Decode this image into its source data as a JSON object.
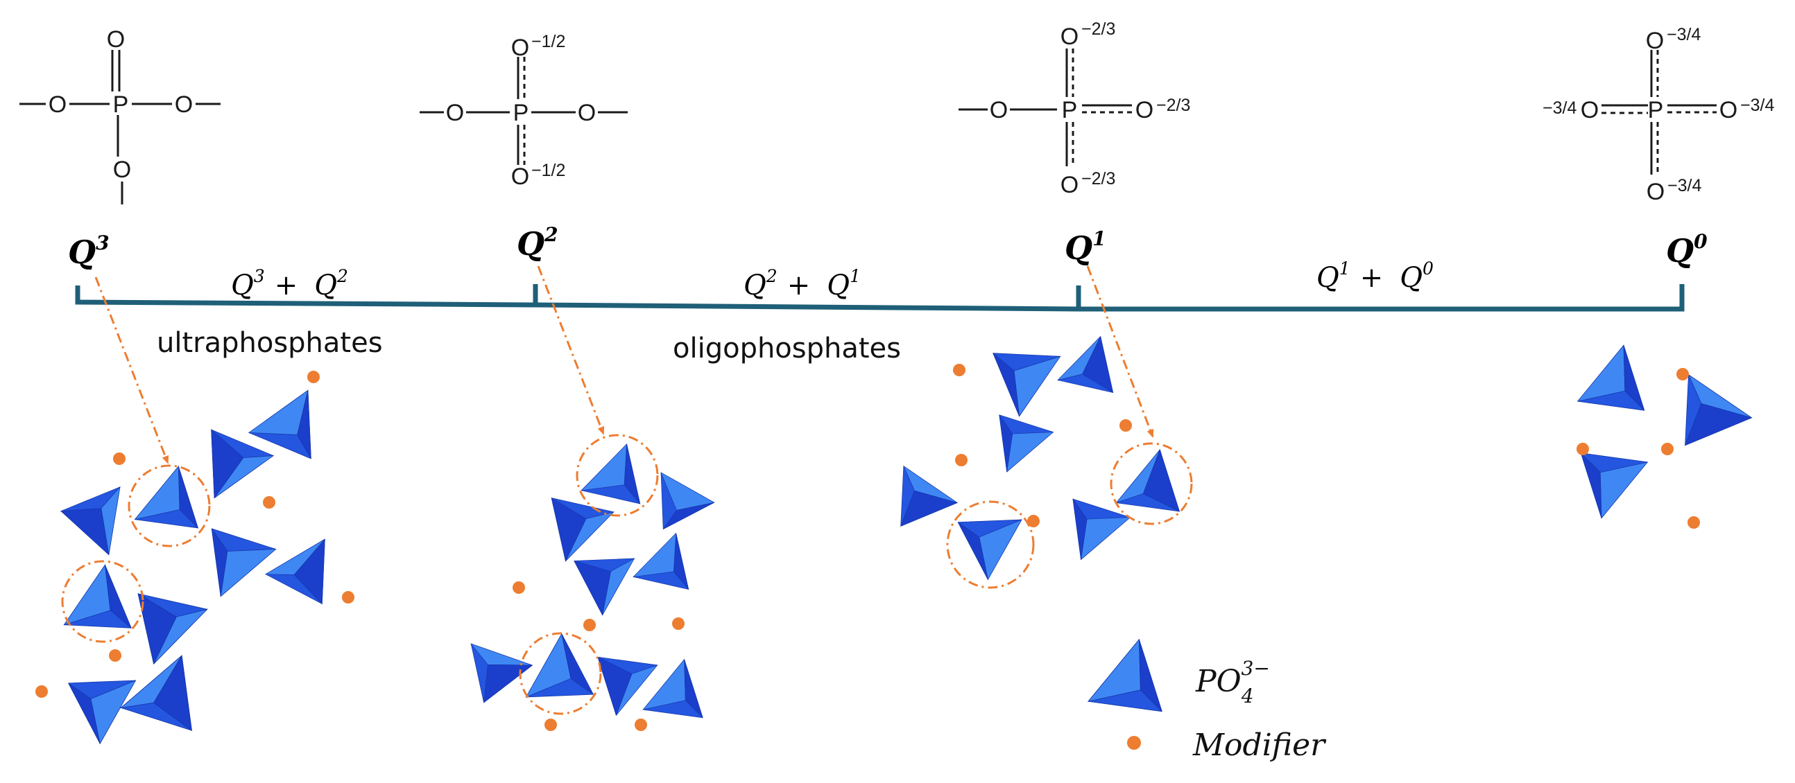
{
  "structures": [
    {
      "id": "q3",
      "atoms": {
        "center": "P",
        "top": "O",
        "left": "O",
        "right": "O",
        "bottom": "O"
      },
      "charges": {}
    },
    {
      "id": "q2",
      "atoms": {
        "center": "P",
        "top": "O",
        "left": "O",
        "right": "O",
        "bottom": "O"
      },
      "charges": {
        "top": "−1/2",
        "bottom": "−1/2"
      }
    },
    {
      "id": "q1",
      "atoms": {
        "center": "P",
        "top": "O",
        "left": "O",
        "right": "O",
        "bottom": "O"
      },
      "charges": {
        "top": "−2/3",
        "right": "−2/3",
        "bottom": "−2/3"
      }
    },
    {
      "id": "q0",
      "atoms": {
        "center": "P",
        "top": "O",
        "left": "O",
        "right": "O",
        "bottom": "O"
      },
      "charges": {
        "top": "−3/4",
        "left": "−3/4",
        "right": "−3/4",
        "bottom": "−3/4"
      }
    }
  ],
  "q_labels": [
    {
      "base": "Q",
      "sup": "3"
    },
    {
      "base": "Q",
      "sup": "2"
    },
    {
      "base": "Q",
      "sup": "1"
    },
    {
      "base": "Q",
      "sup": "0"
    }
  ],
  "ranges": [
    {
      "a": "Q",
      "a_sup": "3",
      "plus": "+",
      "b": "Q",
      "b_sup": "2"
    },
    {
      "a": "Q",
      "a_sup": "2",
      "plus": "+",
      "b": "Q",
      "b_sup": "1"
    },
    {
      "a": "Q",
      "a_sup": "1",
      "plus": "+",
      "b": "Q",
      "b_sup": "0"
    }
  ],
  "regions": {
    "ultra": "ultraphosphates",
    "oligo": "oligophosphates"
  },
  "legend": {
    "tetra_base": "PO",
    "tetra_sub": "4",
    "tetra_sup": "3−",
    "modifier": "Modifier"
  },
  "colors": {
    "timeline": "#1f5f78",
    "arrow": "#ed7d31",
    "modifier": "#ed7d31",
    "tetra_dark": "#1b3fcb",
    "tetra_mid": "#2456e0",
    "tetra_light": "#3f88f4"
  }
}
